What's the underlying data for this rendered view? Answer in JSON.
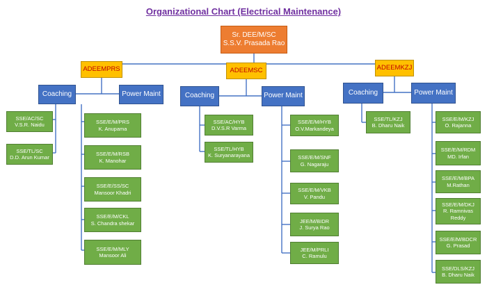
{
  "title": "Organizational Chart (Electrical Maintenance)",
  "colors": {
    "title": "#7030a0",
    "root": "#ed7d31",
    "adeem": "#ffc000",
    "adeem_text": "#c00000",
    "section": "#4472c4",
    "leaf": "#70ad47",
    "connector": "#4472c4"
  },
  "root": {
    "role": "Sr. DEE/M/SC",
    "name": "S.S.V. Prasada Rao"
  },
  "branches": [
    {
      "label": "ADEEMPRS",
      "coaching": {
        "label": "Coaching",
        "members": [
          {
            "role": "SSE/AC/SC",
            "name": "V.S.R. Naidu"
          },
          {
            "role": "SSE/TL/SC",
            "name": "D.D. Arun Kumar"
          }
        ]
      },
      "power": {
        "label": "Power Maint",
        "members": [
          {
            "role": "SSE/E/M/PRS",
            "name": "K. Anupama"
          },
          {
            "role": "SSE/E/M/RSB",
            "name": "K. Manohar"
          },
          {
            "role": "SSE/E/SS/SC",
            "name": "Mansoor Khadri"
          },
          {
            "role": "SSE/E/M/CKL",
            "name": "S. Chandra shekar"
          },
          {
            "role": "SSE/E/M/MLY",
            "name": "Mansoor Ali"
          }
        ]
      }
    },
    {
      "label": "ADEEMSC",
      "coaching": {
        "label": "Coaching",
        "members": [
          {
            "role": "SSE/AC/HYB",
            "name": "D.V.S.R Varma"
          },
          {
            "role": "SSE/TL/HYB",
            "name": "K. Suryanarayana"
          }
        ]
      },
      "power": {
        "label": "Power Maint",
        "members": [
          {
            "role": "SSE/E/M/HYB",
            "name": "O.V.Markandeya"
          },
          {
            "role": "SSE/E/M/SNF",
            "name": "G. Nagaraju"
          },
          {
            "role": "SSE/E/M/VKB",
            "name": "V. Pandu"
          },
          {
            "role": "JEE/M/BIDR",
            "name": "J. Surya Rao"
          },
          {
            "role": "JEE/M/PRLI",
            "name": "C. Ramulu"
          }
        ]
      }
    },
    {
      "label": "ADEEMKZJ",
      "coaching": {
        "label": "Coaching",
        "members": [
          {
            "role": "SSE/TL/KZJ",
            "name": "B. Dharu Naik"
          }
        ]
      },
      "power": {
        "label": "Power Maint",
        "members": [
          {
            "role": "SSE/E/M/KZJ",
            "name": "O. Rajanna"
          },
          {
            "role": "SSE/E/M/RDM",
            "name": "MD. Irfan"
          },
          {
            "role": "SSE/E/M/BPA",
            "name": "M.Rathan"
          },
          {
            "role": "SSE/E/M/DKJ",
            "name": "R. Ramnivas Reddy"
          },
          {
            "role": "SSE/E/M/BDCR",
            "name": "G. Prasad"
          },
          {
            "role": "SSE/DLS/KZJ",
            "name": "B. Dharu Naik"
          }
        ]
      }
    }
  ]
}
